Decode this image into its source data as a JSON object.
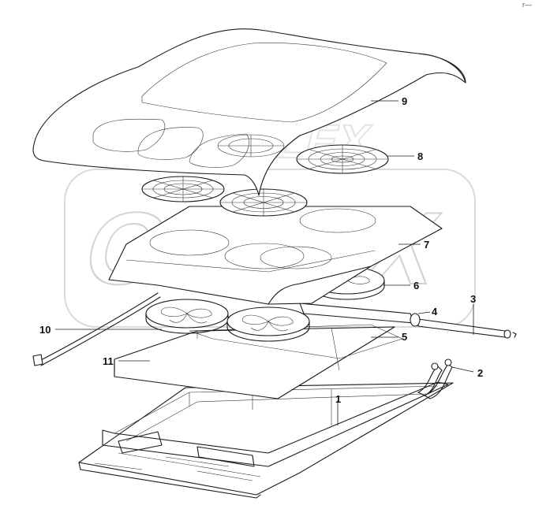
{
  "watermark": {
    "brand": "OPLEX",
    "sub": "OPLEX"
  },
  "corner_mark": "r—",
  "callouts": [
    {
      "id": "1",
      "label": "1"
    },
    {
      "id": "2",
      "label": "2"
    },
    {
      "id": "3",
      "label": "3"
    },
    {
      "id": "4",
      "label": "4"
    },
    {
      "id": "5",
      "label": "5"
    },
    {
      "id": "6",
      "label": "6"
    },
    {
      "id": "7",
      "label": "7"
    },
    {
      "id": "8",
      "label": "8"
    },
    {
      "id": "9",
      "label": "9"
    },
    {
      "id": "10",
      "label": "10"
    },
    {
      "id": "11",
      "label": "11"
    }
  ]
}
